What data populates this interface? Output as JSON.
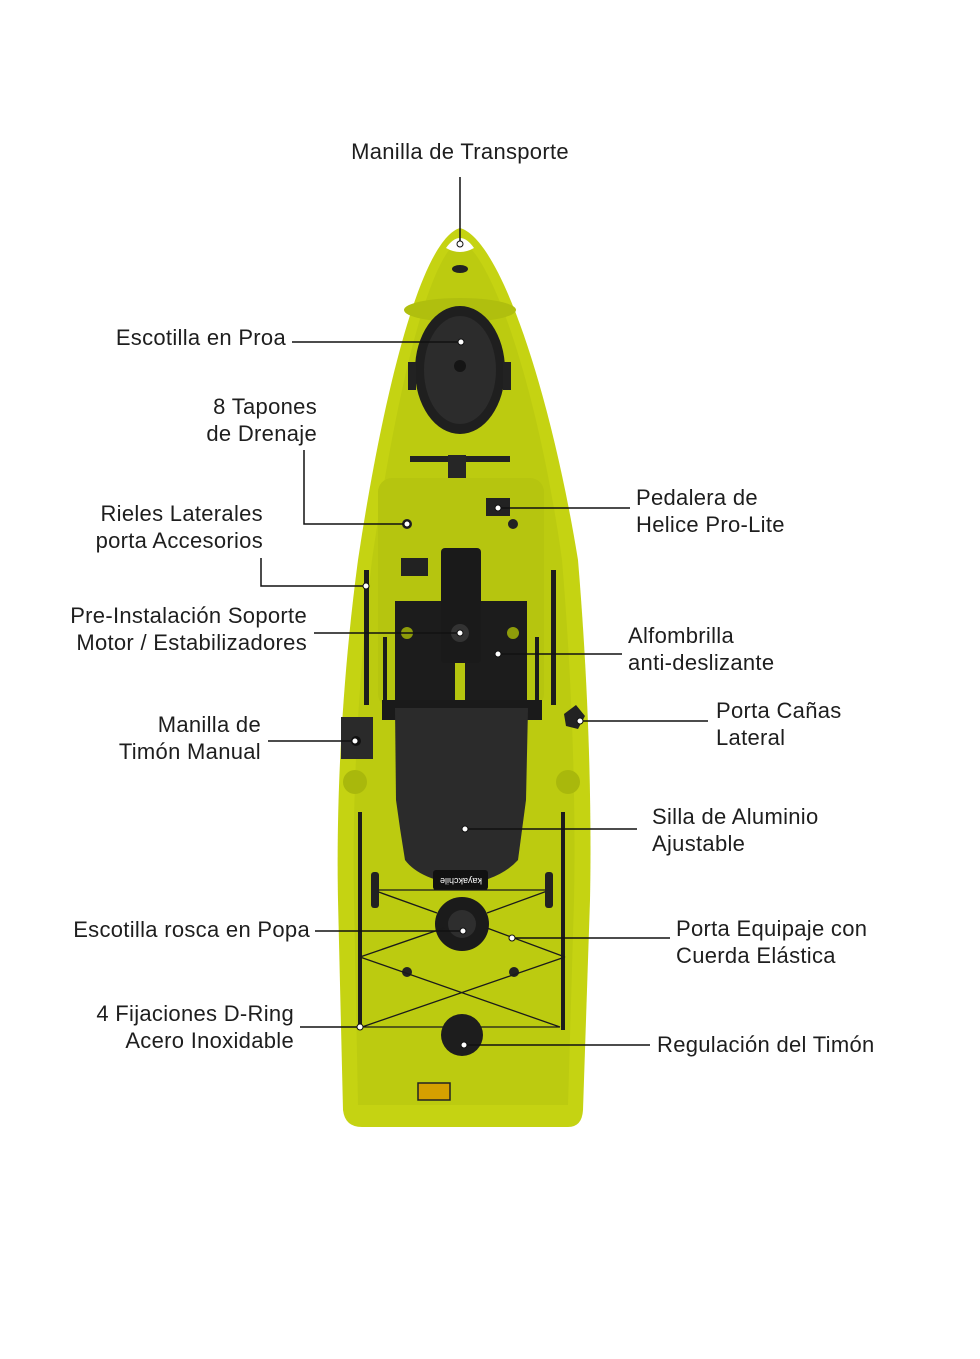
{
  "colors": {
    "hull": "#c5d312",
    "hull_shadow": "#a9b80c",
    "deck_dark": "#1c1c1c",
    "text": "#1e1e1e"
  },
  "labels": {
    "carry_handle": [
      "Manilla de Transporte"
    ],
    "bow_hatch": [
      "Escotilla en Proa"
    ],
    "drain_plugs": [
      "8 Tapones",
      "de Drenaje"
    ],
    "side_rails": [
      "Rieles Laterales",
      "porta Accesorios"
    ],
    "motor_mount": [
      "Pre-Instalación Soporte",
      "Motor / Estabilizadores"
    ],
    "rudder_handle": [
      "Manilla de",
      "Timón Manual"
    ],
    "stern_hatch": [
      "Escotilla rosca en Popa"
    ],
    "d_rings": [
      "4 Fijaciones D-Ring",
      "Acero Inoxidable"
    ],
    "pedal_drive": [
      "Pedalera de",
      "Helice Pro-Lite"
    ],
    "deck_mat": [
      "Alfombrilla",
      "anti-deslizante"
    ],
    "rod_holder": [
      "Porta Cañas",
      "Lateral"
    ],
    "seat": [
      "Silla de Aluminio",
      "Ajustable"
    ],
    "bungee": [
      "Porta Equipaje con",
      "Cuerda Elástica"
    ],
    "rudder_adjust": [
      "Regulación del Timón"
    ]
  },
  "brand": "kayakchile"
}
